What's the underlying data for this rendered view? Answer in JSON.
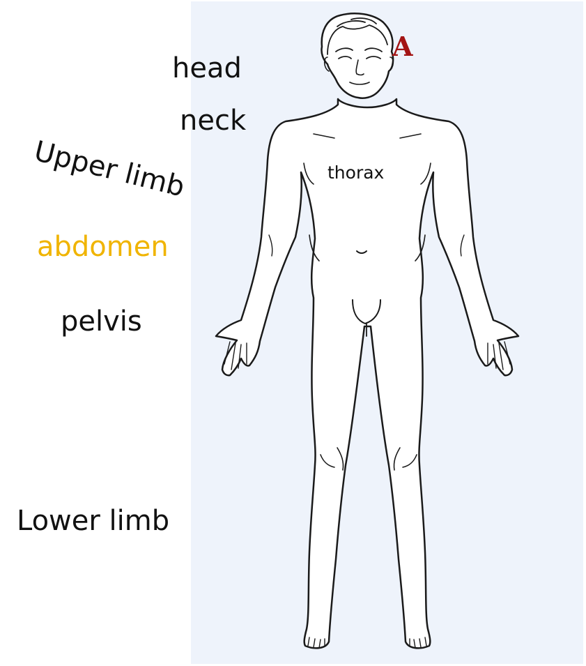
{
  "labels": {
    "head": "head",
    "neck": "neck",
    "upper_limb": "Upper limb",
    "thorax": "thorax",
    "abdomen": "abdomen",
    "pelvis": "pelvis",
    "lower_limb": "Lower limb",
    "figure_letter": "A"
  },
  "colors": {
    "panel_background": "#eef3fb",
    "label_text": "#111111",
    "abdomen_label": "#f0b400",
    "figure_letter": "#a31414",
    "outline": "#1a1a1a"
  },
  "icons": {
    "figure": "human-body-anterior-view"
  }
}
